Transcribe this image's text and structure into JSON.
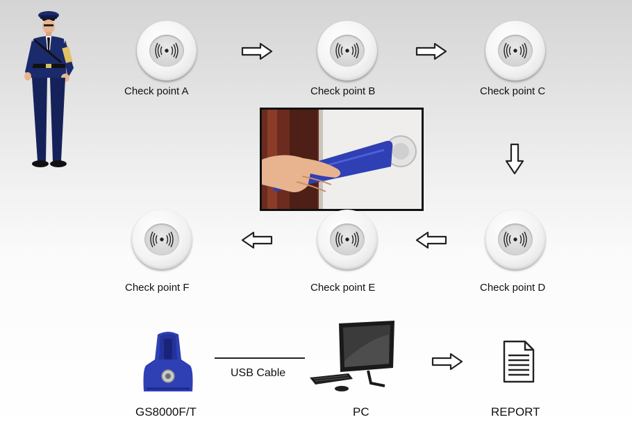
{
  "checkpoints": {
    "a": "Check point A",
    "b": "Check point B",
    "c": "Check point C",
    "d": "Check point D",
    "e": "Check point E",
    "f": "Check point F"
  },
  "devices": {
    "reader": "GS8000F/T",
    "cable": "USB Cable",
    "pc": "PC",
    "report": "REPORT"
  },
  "icons": {
    "guard": "security-guard-icon",
    "checkpoint": "rfid-checkpoint-icon",
    "arrow": "arrow-icon",
    "reader": "handheld-reader-icon",
    "pc": "desktop-computer-icon",
    "report": "document-icon"
  },
  "colors": {
    "guard_uniform": "#1b2a6b",
    "reader_blue": "#2f3fb4",
    "arrow_stroke": "#222222",
    "checkpoint_face": "#f3f3f3"
  }
}
